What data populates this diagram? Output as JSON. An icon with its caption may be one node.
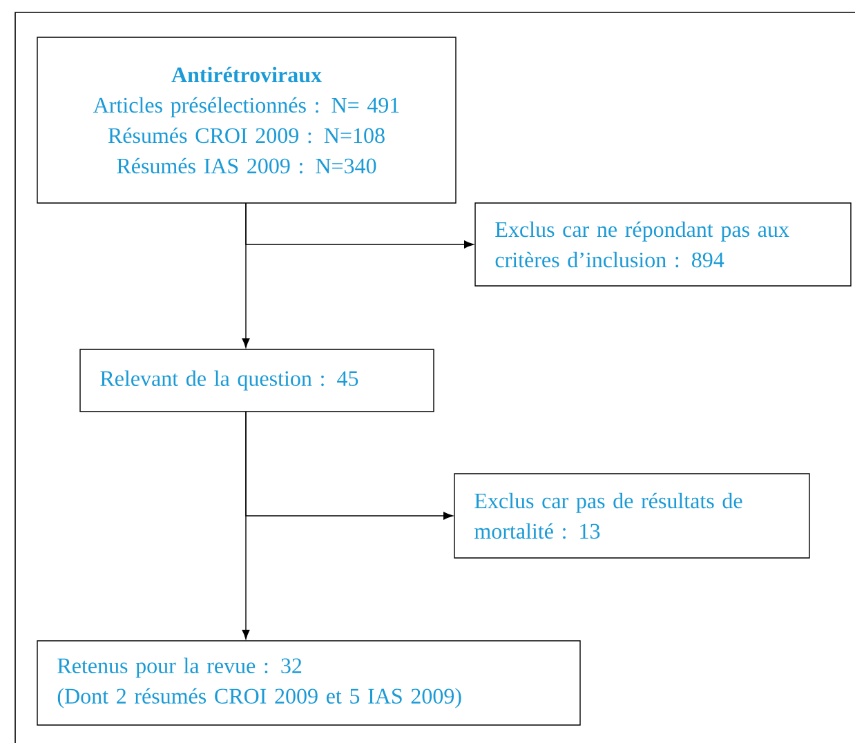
{
  "diagram": {
    "nodes": [
      {
        "text": [
          "**Antirétroviraux**",
          "Articles présélectionnés : N= 491",
          "Résumés CROI 2009 : N=108",
          "Résumés IAS 2009 : N=340"
        ]
      },
      {
        "text": [
          "Exclus car ne répondant pas aux critères d’inclusion : 894"
        ]
      },
      {
        "text": [
          "Relevant de la question : 45"
        ]
      },
      {
        "text": [
          "Exclus car pas de résultats de mortalité : 13"
        ]
      },
      {
        "text": [
          "Retenus pour la revue : 32",
          "(Dont 2 résumés CROI 2009 et 5 IAS 2009)"
        ]
      }
    ],
    "edges": [
      {
        "from": 0,
        "to": 1,
        "arrow": "to"
      },
      {
        "from": 0,
        "to": 2,
        "arrow": "to"
      },
      {
        "from": 2,
        "to": 3,
        "arrow": "to"
      },
      {
        "from": 2,
        "to": 4,
        "arrow": "to"
      }
    ]
  }
}
